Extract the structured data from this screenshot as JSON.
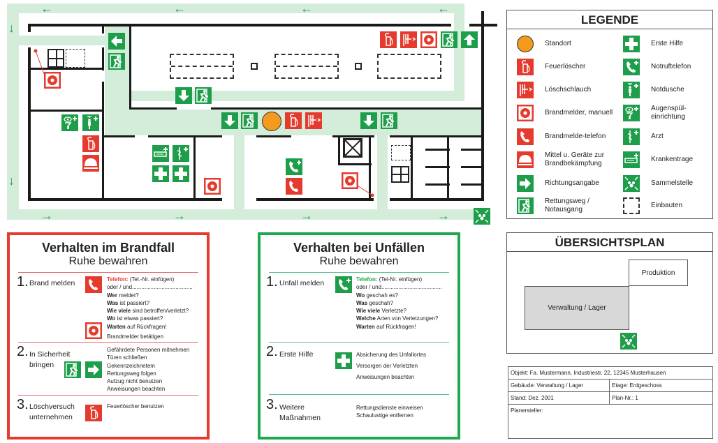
{
  "colors": {
    "green": "#1e9e4a",
    "red": "#e53a2e",
    "path": "#d4ecda",
    "standort": "#f39a1f",
    "fire_panel_border": "#e53a2e",
    "accident_panel_border": "#1ea84f"
  },
  "legend": {
    "title": "LEGENDE",
    "items": [
      {
        "icon": "standort",
        "label": "Standort"
      },
      {
        "icon": "fire-extinguisher",
        "label": "Feuerlöscher"
      },
      {
        "icon": "fire-hose",
        "label": "Löschschlauch"
      },
      {
        "icon": "fire-alarm",
        "label": "Brandmelder, manuell"
      },
      {
        "icon": "fire-phone",
        "label": "Brandmelde-telefon"
      },
      {
        "icon": "fire-equipment",
        "label": "Mittel u. Geräte zur Brandbekämpfung"
      },
      {
        "icon": "direction-arrow",
        "label": "Richtungsangabe"
      },
      {
        "icon": "emergency-exit",
        "label": "Rettungsweg / Notausgang"
      },
      {
        "icon": "first-aid",
        "label": "Erste Hilfe"
      },
      {
        "icon": "emergency-phone",
        "label": "Notruftelefon"
      },
      {
        "icon": "emergency-shower",
        "label": "Notdusche"
      },
      {
        "icon": "eye-wash",
        "label": "Augenspül-einrichtung"
      },
      {
        "icon": "doctor",
        "label": "Arzt"
      },
      {
        "icon": "stretcher",
        "label": "Krankentrage"
      },
      {
        "icon": "assembly-point",
        "label": "Sammelstelle"
      },
      {
        "icon": "fixtures",
        "label": "Einbauten"
      }
    ]
  },
  "fire_panel": {
    "title": "Verhalten im Brandfall",
    "subtitle": "Ruhe bewahren",
    "s1": {
      "num": "1.",
      "label": "Brand melden",
      "phone_label": "Telefon:",
      "phone_text": "(Tel.-Nr. einfügen)",
      "or_line": "oder / und.......................................",
      "lines": [
        [
          "Wer",
          " meldet?"
        ],
        [
          "Was",
          " ist passiert?"
        ],
        [
          "Wie viele",
          " sind betroffen/verletzt?"
        ],
        [
          "Wo",
          " ist etwas passiert?"
        ],
        [
          "Warten",
          " auf Rückfragen!"
        ]
      ],
      "alarm_text": "Brandmelder betätigen"
    },
    "s2": {
      "num": "2.",
      "label": "In Sicherheit bringen",
      "lines": [
        "Gefährdete Personen mitnehmen",
        "Türen schließen",
        "Gekennzeichnetem",
        "Rettungsweg folgen",
        "Aufzug nicht benutzen",
        "Anweisungen beachten"
      ]
    },
    "s3": {
      "num": "3.",
      "label": "Löschversuch unternehmen",
      "text": "Feuerlöscher benutzen"
    }
  },
  "accident_panel": {
    "title": "Verhalten bei Unfällen",
    "subtitle": "Ruhe bewahren",
    "s1": {
      "num": "1.",
      "label": "Unfall melden",
      "phone_label": "Telefon:",
      "phone_text": "(Tel-Nr. einfügen)",
      "or_line": "oder / und.......................................",
      "lines": [
        [
          "Wo",
          " geschah es?"
        ],
        [
          "Was",
          " geschah?"
        ],
        [
          "Wie viele",
          " Verletzte?"
        ],
        [
          "Welche",
          " Arten von Verletzungen?"
        ],
        [
          "Warten",
          " auf Rückfragen!"
        ]
      ]
    },
    "s2": {
      "num": "2.",
      "label": "Erste Hilfe",
      "lines": [
        "Absicherung des Unfallortes",
        "Versorgen der Verletzten",
        "Anweisungen beachten"
      ]
    },
    "s3": {
      "num": "3.",
      "label": "Weitere Maßnahmen",
      "lines": [
        "Rettungsdienste einweisen",
        "Schaulustige entfernen"
      ]
    }
  },
  "overview": {
    "title": "ÜBERSICHTSPLAN",
    "building_1": "Produktion",
    "building_2": "Verwaltung / Lager"
  },
  "info": {
    "object": "Objekt: Fa. Mustermann, Industriestr. 22, 12345 Musterhausen",
    "building": "Gebäude: Verwaltung / Lager",
    "floor": "Etage: Erdgeschoss",
    "date": "Stand: Dez. 2001",
    "plan_no": "Plan-Nr.: 1",
    "author": "Planersteller:"
  }
}
